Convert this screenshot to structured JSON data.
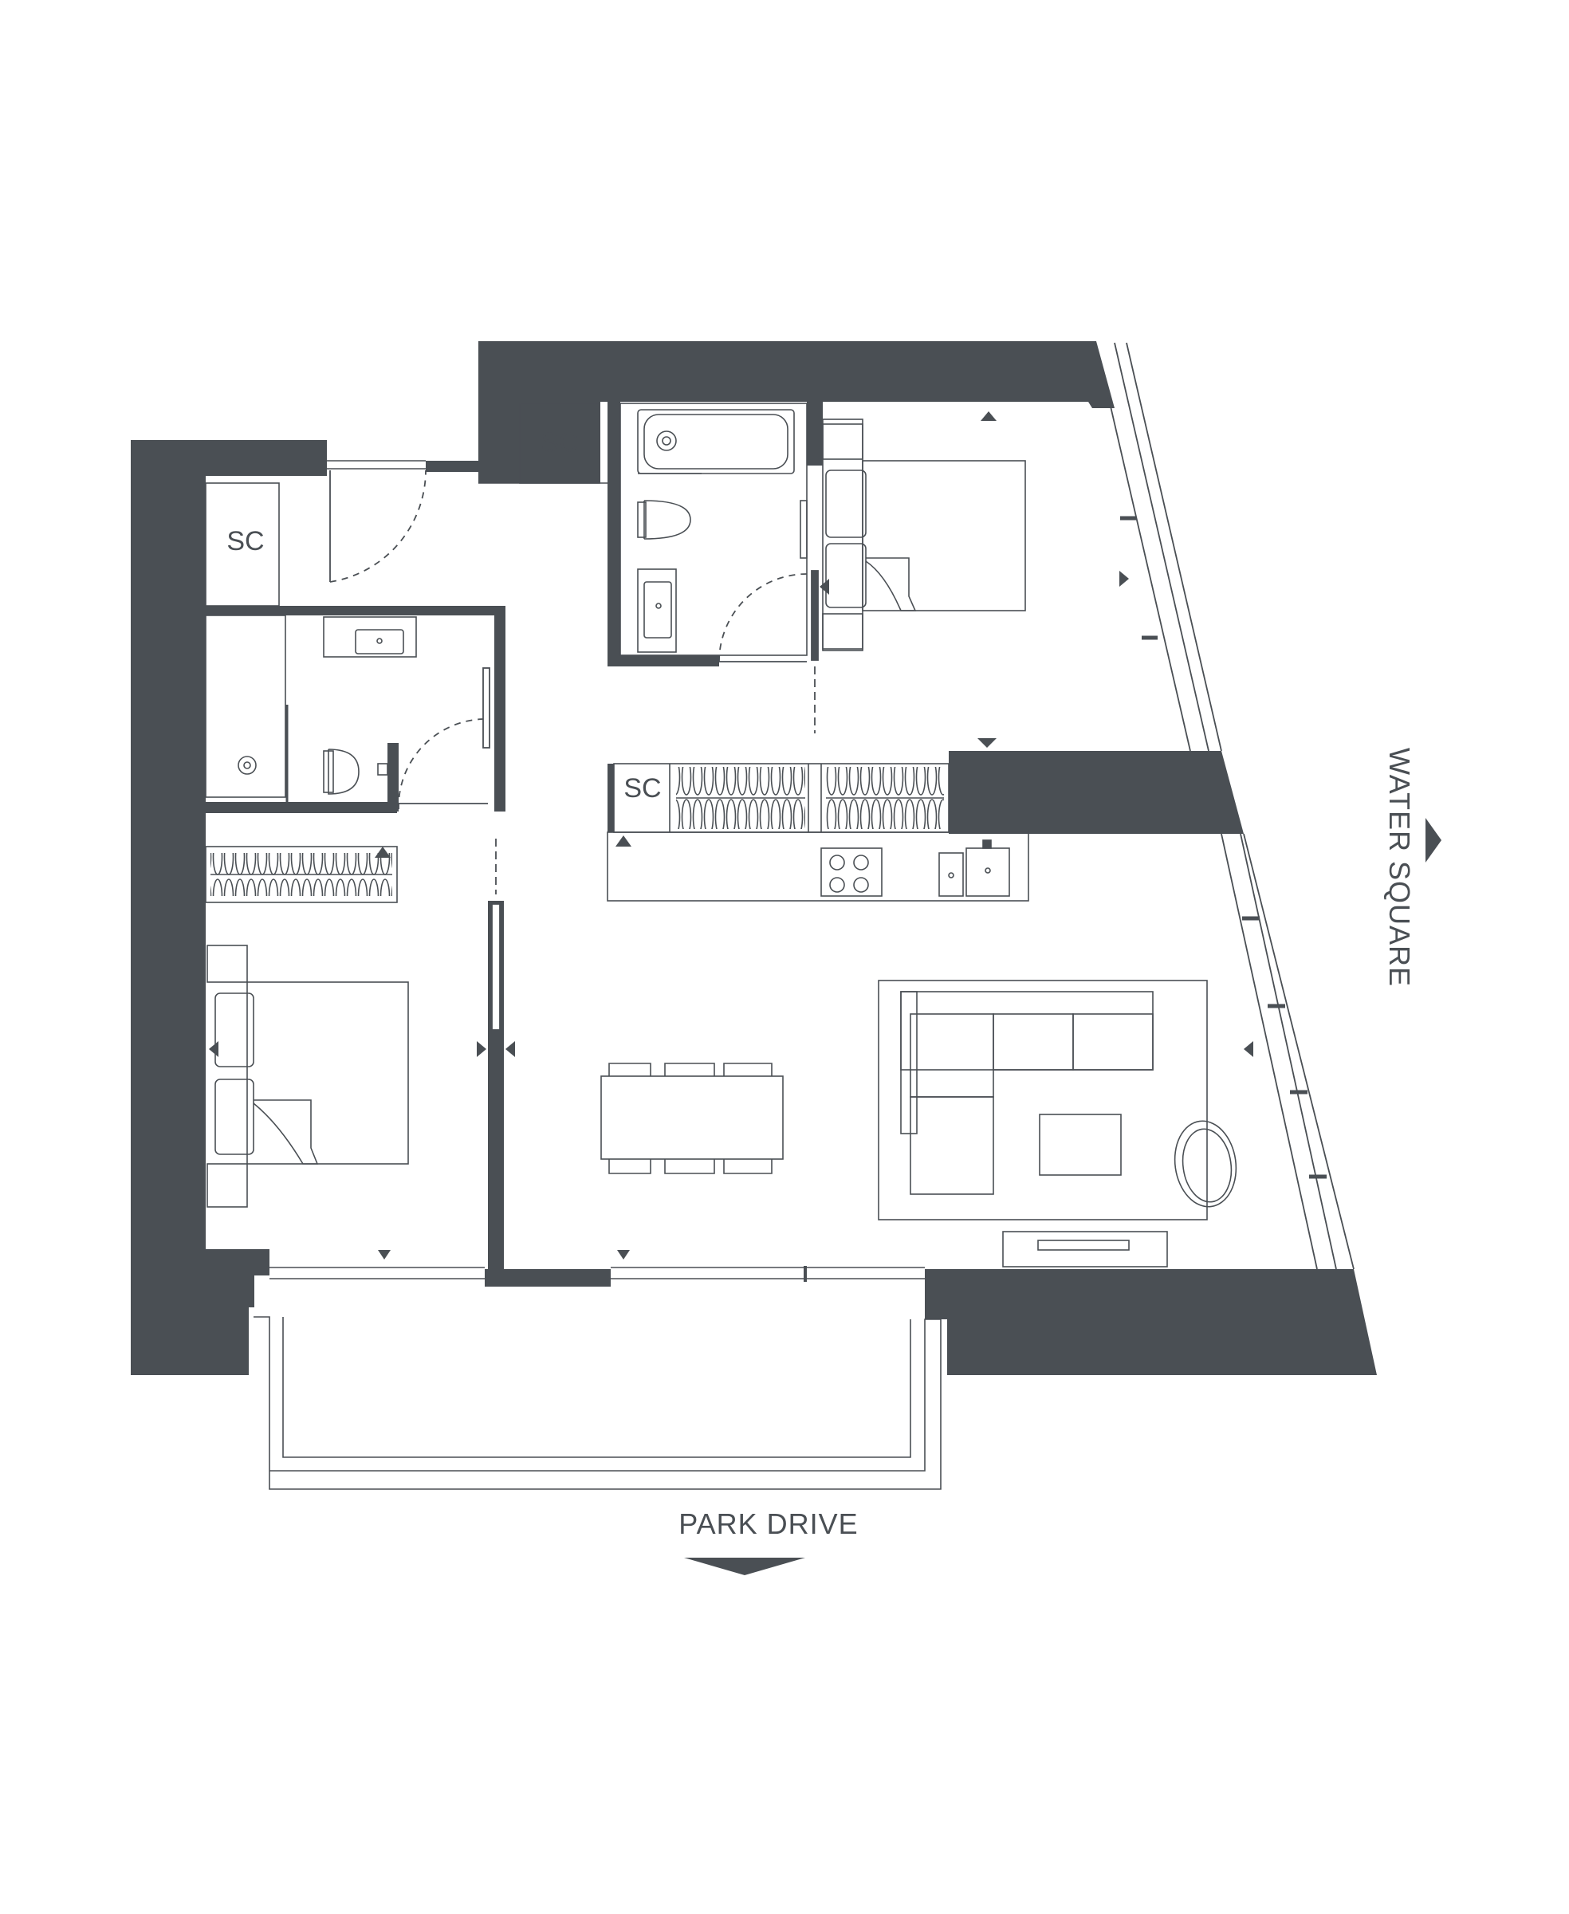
{
  "colors": {
    "wall": "#4a4f54",
    "line": "#4a4f54",
    "background": "#ffffff"
  },
  "labels": {
    "storage_cupboard_top": "SC",
    "storage_cupboard_entry": "SC",
    "storage_cupboard_kitchen": "SC",
    "street_right": "WATER SQUARE",
    "street_bottom": "PARK DRIVE"
  },
  "icons": {
    "street_right": "arrow-right-icon",
    "street_bottom": "arrow-down-icon",
    "wardrobe": "hanging-rail-icon",
    "hob": "hob-icon",
    "sink": "sink-icon",
    "bath": "bath-icon",
    "toilet": "toilet-icon",
    "shower": "shower-icon"
  }
}
